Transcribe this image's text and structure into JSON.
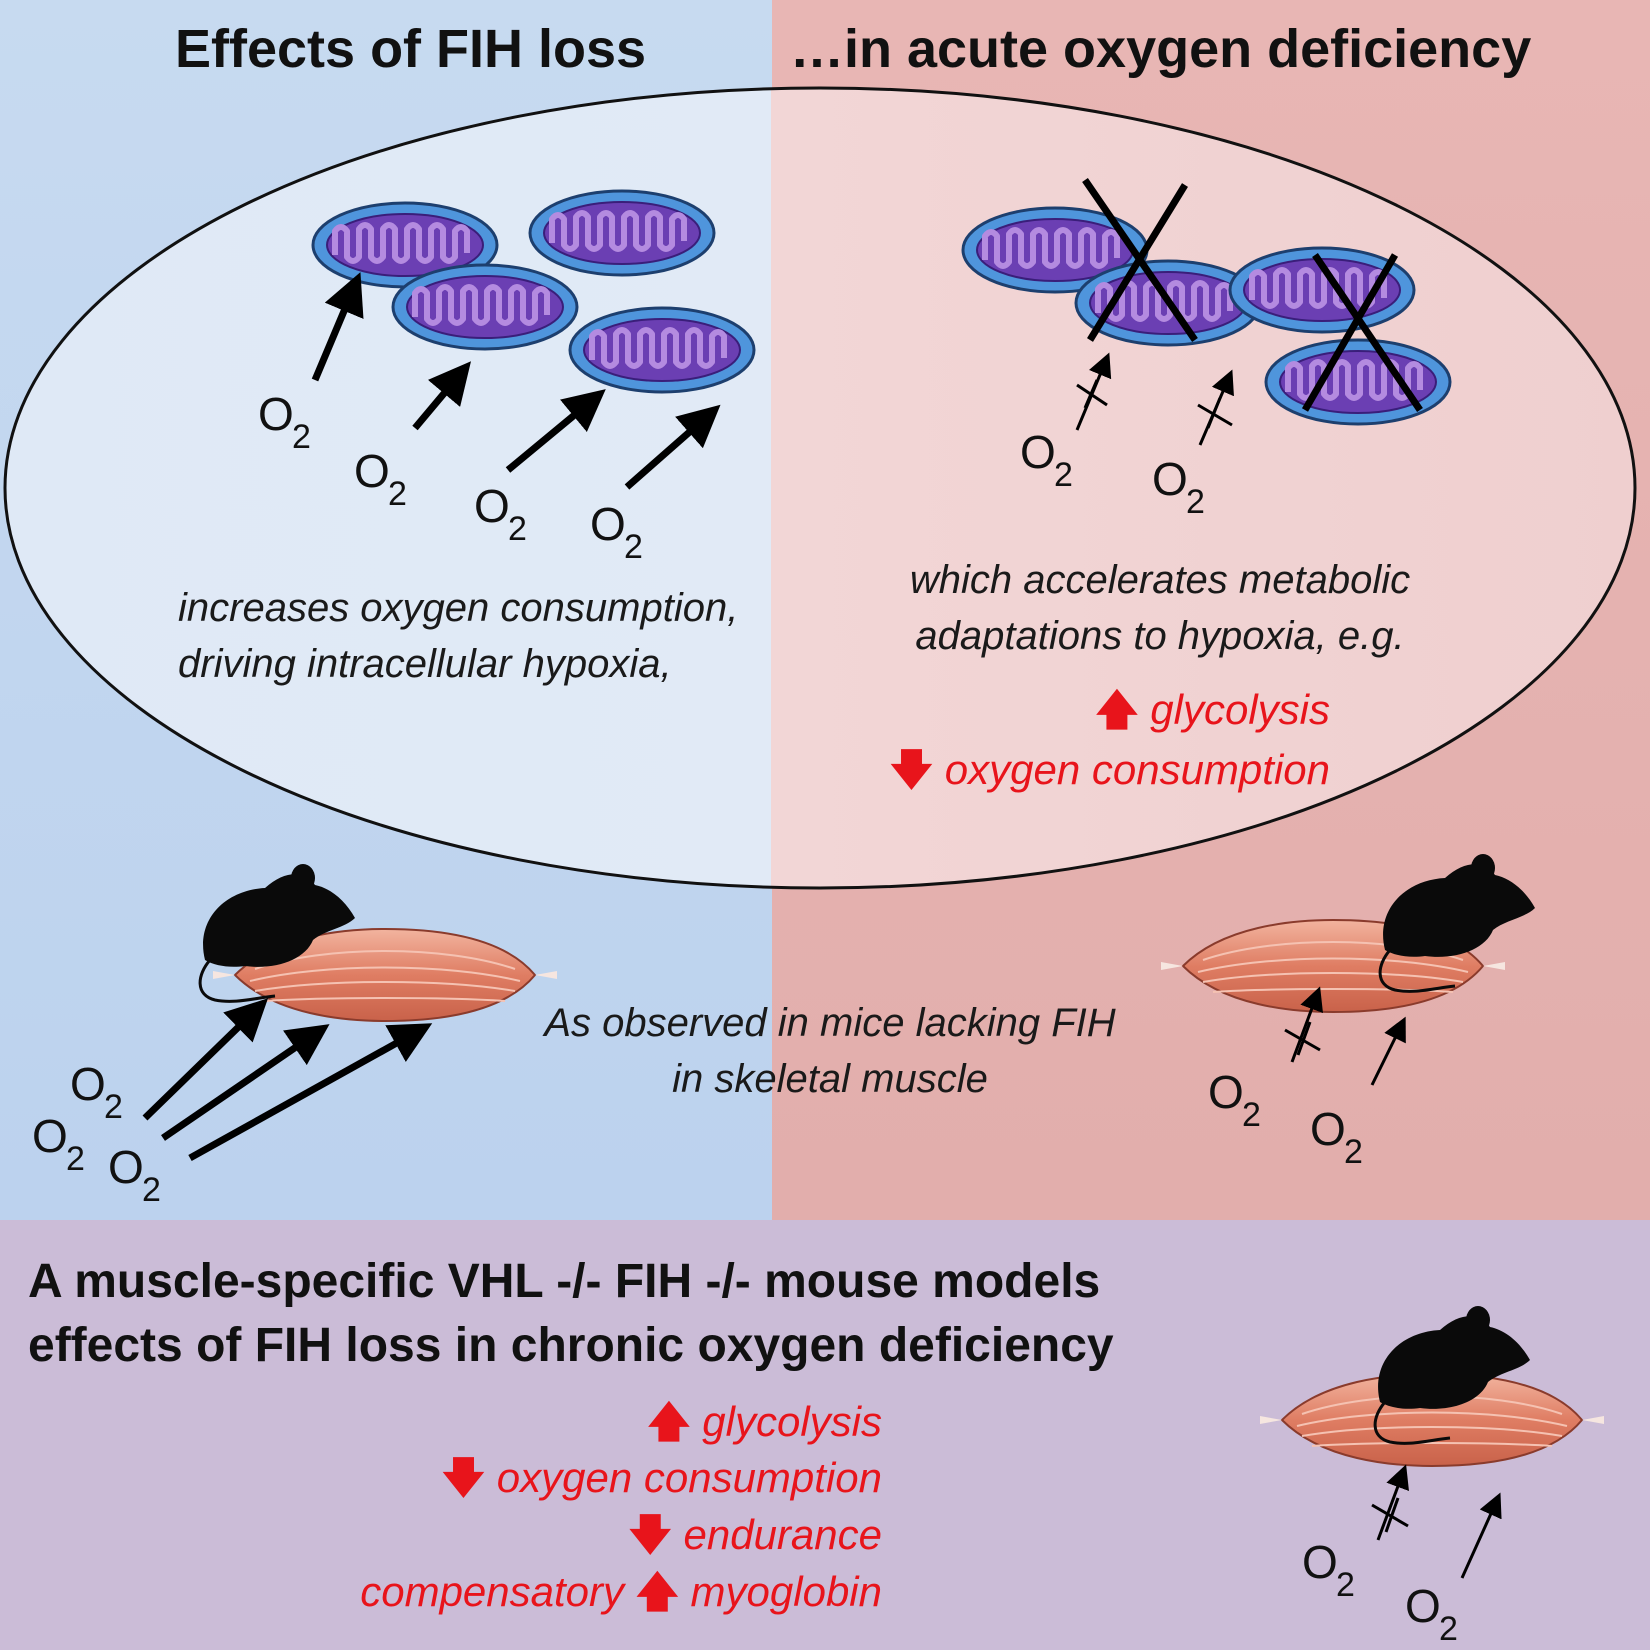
{
  "titles": {
    "left": "Effects of FIH loss",
    "right": "…in acute oxygen deficiency"
  },
  "captions": {
    "left": "increases oxygen consumption, driving intracellular hypoxia,",
    "right": "which accelerates metabolic adaptations to hypoxia, e.g.",
    "middle": "As observed in mice lacking FIH in skeletal muscle"
  },
  "acute_effects": [
    {
      "direction": "up",
      "text": "glycolysis"
    },
    {
      "direction": "down",
      "text": "oxygen consumption"
    }
  ],
  "chronic": {
    "heading_line1": "A muscle-specific VHL -/- FIH -/- mouse models",
    "heading_line2": "effects of FIH loss in chronic oxygen deficiency",
    "effects": [
      {
        "prefix": "",
        "direction": "up",
        "text": "glycolysis"
      },
      {
        "prefix": "",
        "direction": "down",
        "text": "oxygen consumption"
      },
      {
        "prefix": "",
        "direction": "down",
        "text": "endurance"
      },
      {
        "prefix": "compensatory",
        "direction": "up",
        "text": "myoglobin"
      }
    ]
  },
  "labels": {
    "o2": "O",
    "o2_sub": "2",
    "up_arrow": "🡅",
    "down_arrow": "🡇"
  },
  "colors": {
    "left_panel": "#c7daf0",
    "right_panel": "#e8b6b4",
    "bottom_panel": "#cbbcd7",
    "effect_text": "#e8141b",
    "mitochondria_outer": "#4a8fd8",
    "mitochondria_inner": "#6a3fb0",
    "muscle": "#e0826a"
  },
  "icons": [
    "mitochondrion-icon",
    "mouse-icon",
    "muscle-icon",
    "arrow-icon",
    "blocked-arrow-icon",
    "cross-icon"
  ]
}
